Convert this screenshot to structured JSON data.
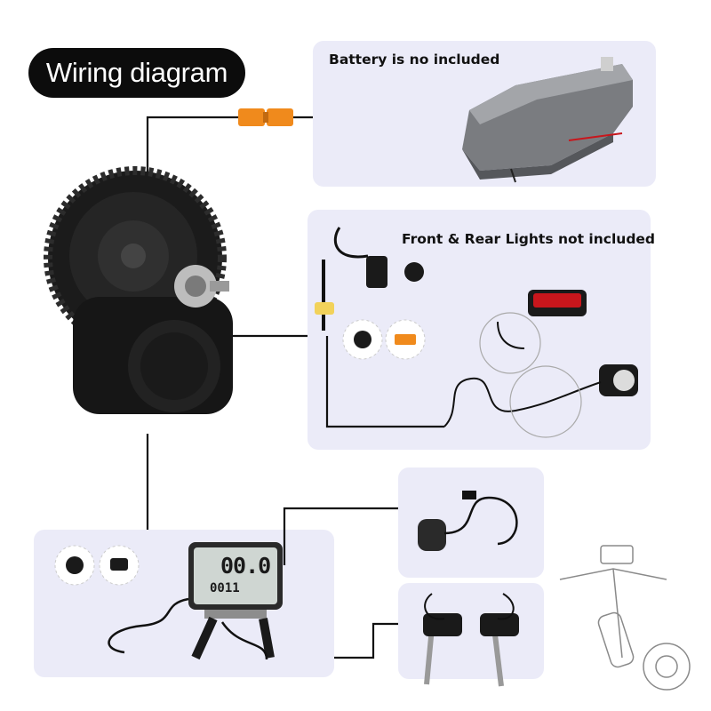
{
  "title": "Wiring diagram",
  "battery_panel": {
    "label": "Battery is no included"
  },
  "lights_panel": {
    "label": "Front & Rear Lights not included"
  },
  "display": {
    "speed_readout": "00.0",
    "odo_readout": "0011",
    "icon": "lcd-display-icon"
  },
  "colors": {
    "title_bg": "#0c0c0c",
    "panel_bg": "#ebebf8",
    "wire": "#111111",
    "connector": "#f08a1c",
    "rear_light": "#c8161c"
  }
}
